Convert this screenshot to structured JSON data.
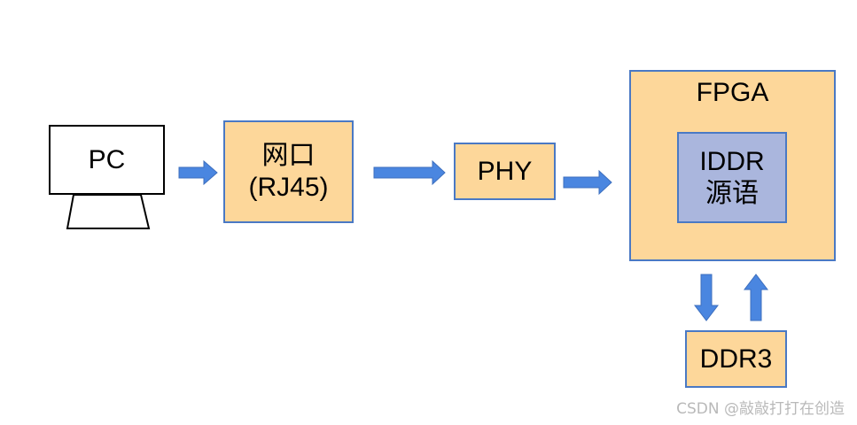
{
  "diagram": {
    "pc": {
      "label": "PC"
    },
    "rj45": {
      "line1": "网口",
      "line2": "(RJ45)"
    },
    "phy": {
      "label": "PHY"
    },
    "fpga": {
      "title": "FPGA",
      "iddr": {
        "line1": "IDDR",
        "line2": "源语"
      }
    },
    "ddr3": {
      "label": "DDR3"
    }
  },
  "watermark": "CSDN @敲敲打打在创造",
  "colors": {
    "box_fill": "#fdd79a",
    "inner_fill": "#aab6dd",
    "border": "#4a79c4",
    "arrow": "#4a86e0"
  }
}
